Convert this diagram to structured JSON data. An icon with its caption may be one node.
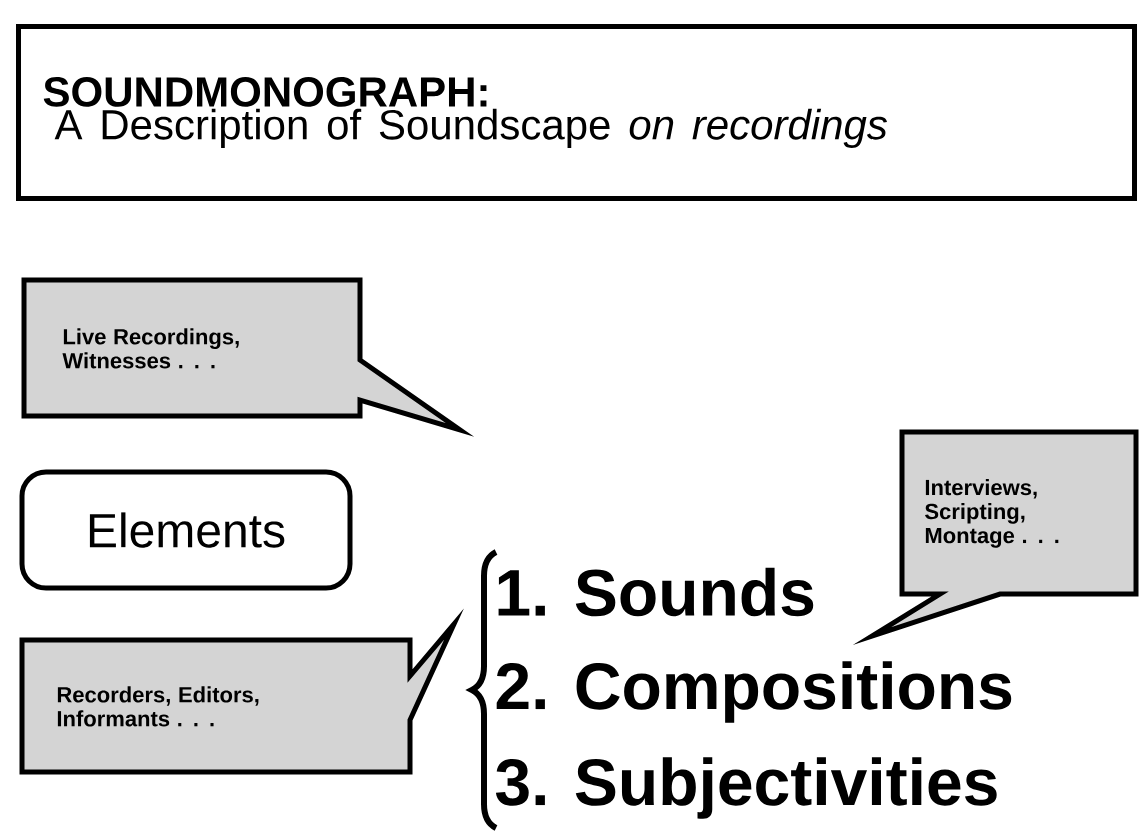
{
  "diagram": {
    "nodes": [
      {
        "text": [
          "SOUNDMONOGRAPH:",
          "A Description of Soundscape *on recordings*"
        ]
      },
      {
        "text": [
          "Live Recordings, Witnesses . . ."
        ]
      },
      {
        "text": [
          "Elements"
        ]
      },
      {
        "text": [
          "Interviews, Scripting, Montage . . ."
        ]
      },
      {
        "text": [
          "Recorders, Editors, Informants . . ."
        ]
      }
    ],
    "edges": [],
    "labels": [
      "1. Sounds",
      "2. Compositions",
      "3. Subjectivities"
    ]
  }
}
